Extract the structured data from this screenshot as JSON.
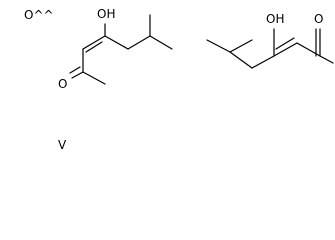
{
  "labels": {
    "oxo": "O^^",
    "vanadium": "V",
    "left_hydroxyl": "OH",
    "left_carbonyl": "O",
    "right_hydroxyl": "OH",
    "right_carbonyl": "O"
  }
}
